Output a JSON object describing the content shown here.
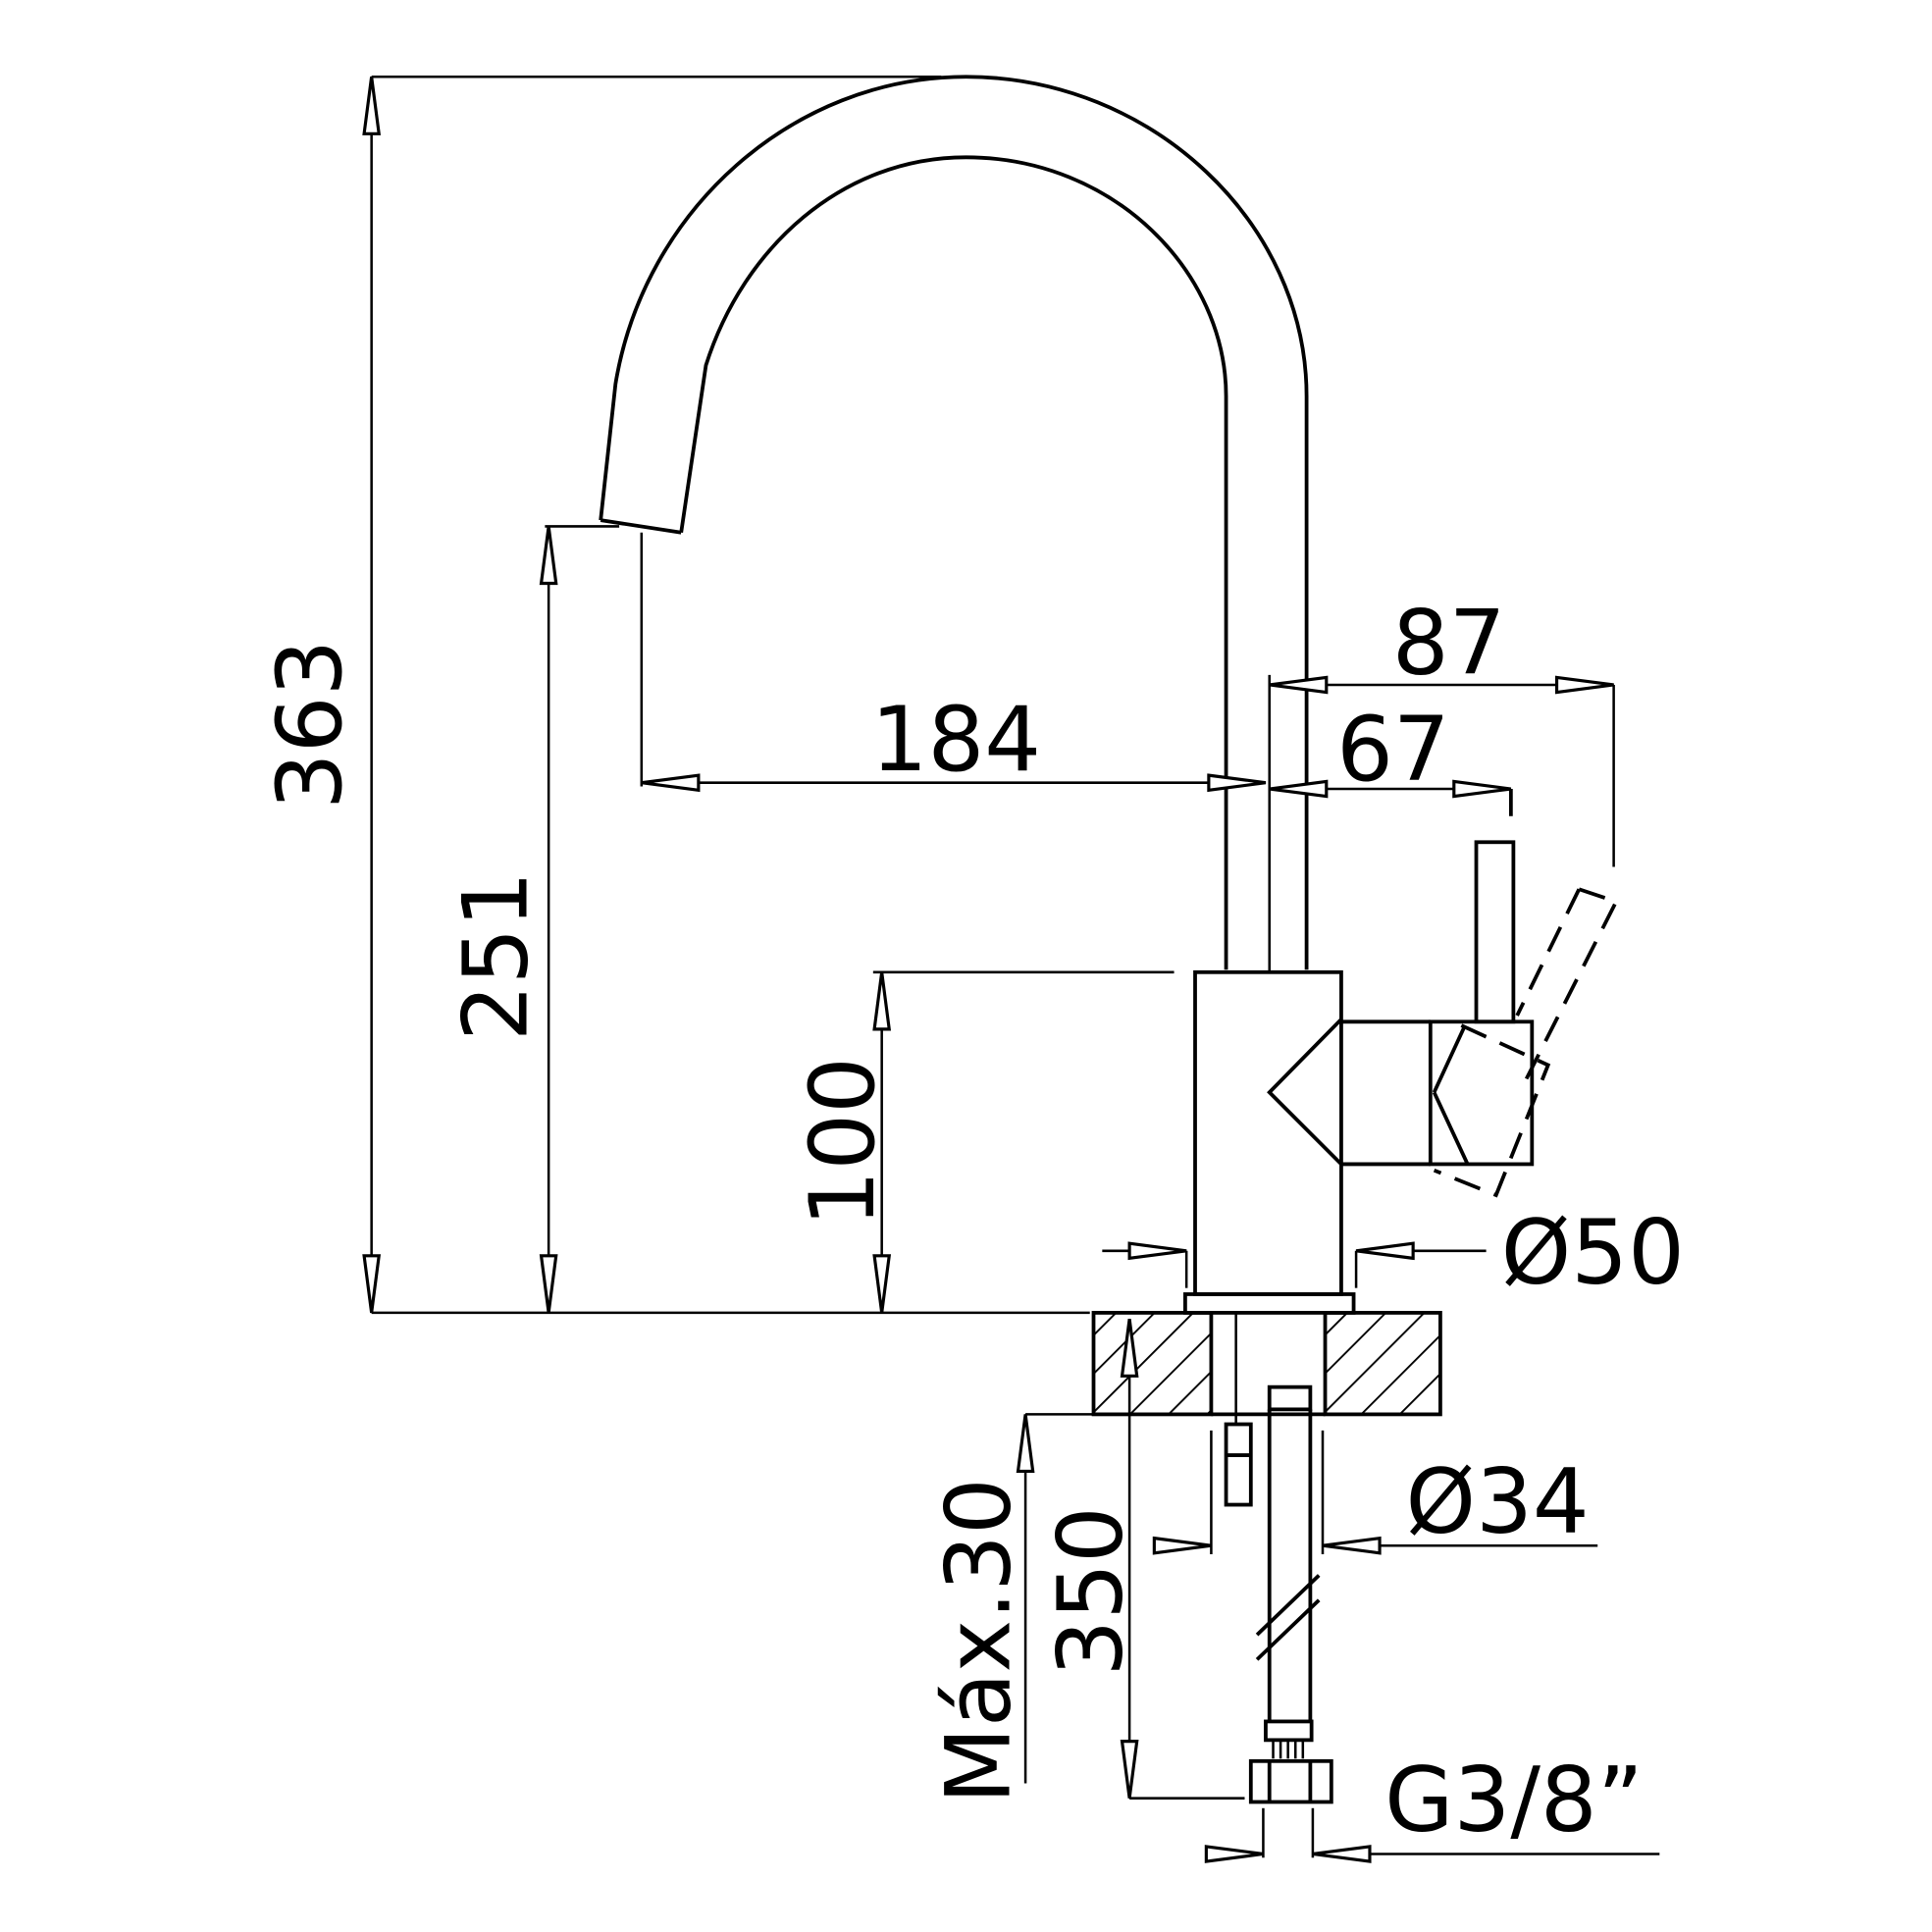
{
  "drawing": {
    "dimensions": {
      "total_height": "363",
      "spout_height": "251",
      "spout_reach": "184",
      "lever_reach_open": "87",
      "lever_reach": "67",
      "body_height": "100",
      "body_diameter": "Ø50",
      "hole_diameter": "Ø34",
      "max_counter_thickness": "Máx.30",
      "hose_length": "350",
      "connection_thread": "G3/8”"
    },
    "colors": {
      "line": "#000000",
      "background": "#ffffff"
    }
  }
}
